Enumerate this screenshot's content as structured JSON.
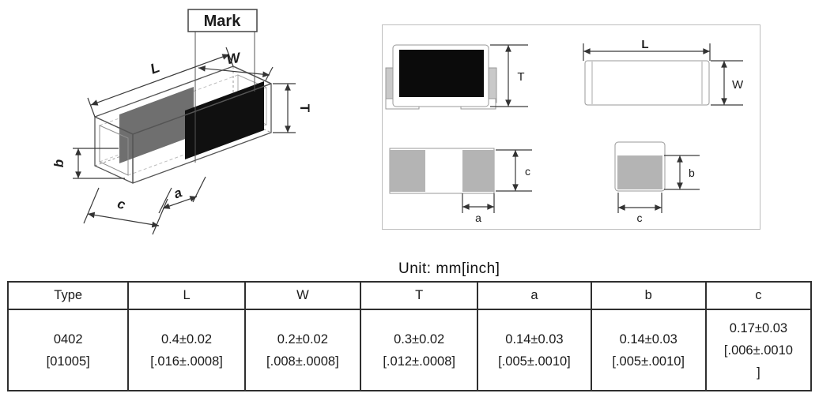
{
  "iso_view": {
    "mark_label": "Mark",
    "labels": {
      "L": "L",
      "W": "W",
      "T": "T",
      "b": "b",
      "c": "c",
      "a": "a"
    }
  },
  "panel": {
    "side_view_label_T": "T",
    "top_view_label_L": "L",
    "top_view_label_W": "W",
    "bottom_view_label_c": "c",
    "bottom_view_label_a": "a",
    "end_view_label_b": "b",
    "end_view_label_c": "c"
  },
  "unit_note": "Unit: mm[inch]",
  "table": {
    "headers": [
      "Type",
      "L",
      "W",
      "T",
      "a",
      "b",
      "c"
    ],
    "rows": [
      {
        "cells": [
          [
            "0402",
            "[01005]"
          ],
          [
            "0.4±0.02",
            "[.016±.0008]"
          ],
          [
            "0.2±0.02",
            "[.008±.0008]"
          ],
          [
            "0.3±0.02",
            "[.012±.0008]"
          ],
          [
            "0.14±0.03",
            "[.005±.0010]"
          ],
          [
            "0.14±0.03",
            "[.005±.0010]"
          ],
          [
            "0.17±0.03",
            "[.006±.0010",
            "]"
          ]
        ]
      }
    ]
  },
  "colors": {
    "dimension_line": "#3a3a3a",
    "outline_light": "#999999",
    "electrode_gray": "#6f6f6f",
    "electrode_black": "#101010",
    "pad_gray": "#b4b4b4",
    "table_border": "#2f2f2f",
    "panel_border": "#bdbdbd"
  }
}
